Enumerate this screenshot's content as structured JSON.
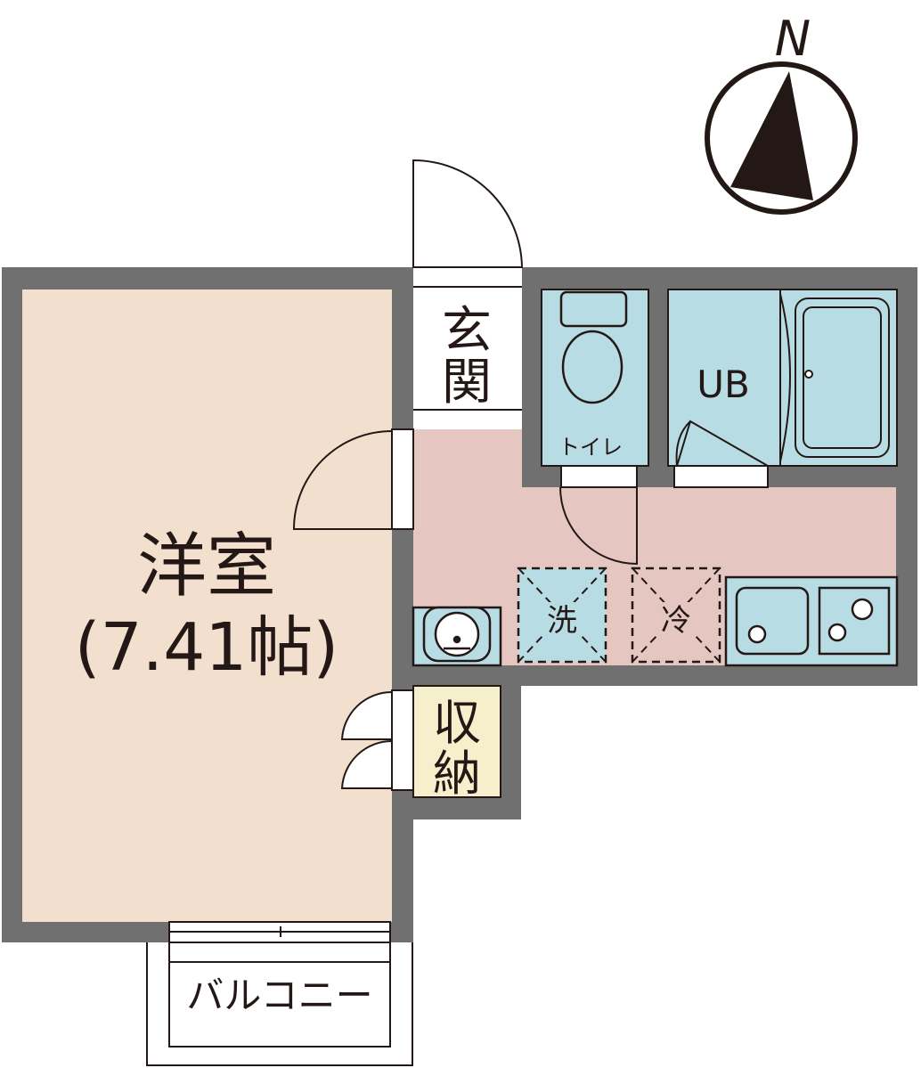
{
  "compass": {
    "label": "N"
  },
  "rooms": {
    "western_room": {
      "line1": "洋室",
      "line2": "(7.41帖)"
    },
    "entrance": {
      "chars": [
        "玄",
        "関"
      ]
    },
    "toilet": {
      "label": "トイレ"
    },
    "unit_bath": {
      "label": "UB"
    },
    "washer": {
      "label": "洗"
    },
    "fridge": {
      "label": "冷"
    },
    "storage": {
      "chars": [
        "収",
        "納"
      ]
    },
    "balcony": {
      "label": "バルコニー"
    }
  },
  "colors": {
    "wall": "#707070",
    "western_room": "#f3dfcd",
    "hallway_kitchen": "#e5c6c0",
    "wet_area": "#b7dce3",
    "storage": "#f6efcb",
    "line": "#231815"
  }
}
